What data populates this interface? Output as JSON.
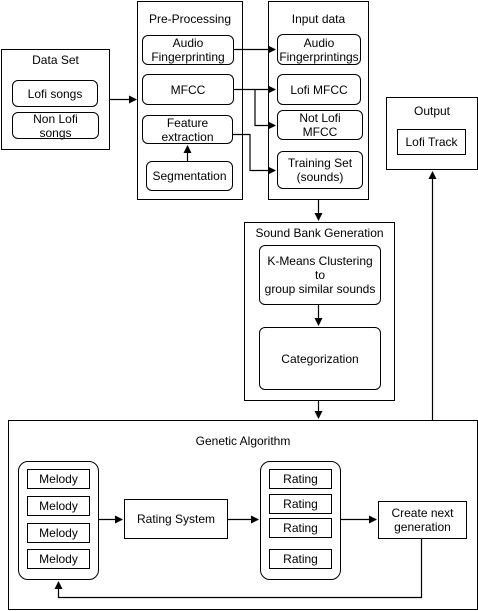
{
  "dataset": {
    "title": "Data Set",
    "items": [
      "Lofi songs",
      "Non Lofi songs"
    ]
  },
  "preprocessing": {
    "title": "Pre-Processing",
    "audio_fp": "Audio\nFingerprinting",
    "mfcc": "MFCC",
    "feature_extraction": "Feature\nextraction",
    "segmentation": "Segmentation"
  },
  "input_data": {
    "title": "Input data",
    "audio_fps": "Audio\nFingerprintings",
    "lofi_mfcc": "Lofi MFCC",
    "not_lofi_mfcc": "Not Lofi MFCC",
    "training_set": "Training Set\n(sounds)"
  },
  "output": {
    "title": "Output",
    "lofi_track": "Lofi Track"
  },
  "sound_bank": {
    "title": "Sound Bank Generation",
    "kmeans": "K-Means Clustering to\ngroup similar sounds",
    "categorization": "Categorization"
  },
  "genetic": {
    "title": "Genetic Algorithm",
    "melodies": [
      "Melody",
      "Melody",
      "Melody",
      "Melody"
    ],
    "rating_system": "Rating System",
    "ratings": [
      "Rating",
      "Rating",
      "Rating",
      "Rating"
    ],
    "create_next": "Create next\ngeneration"
  }
}
